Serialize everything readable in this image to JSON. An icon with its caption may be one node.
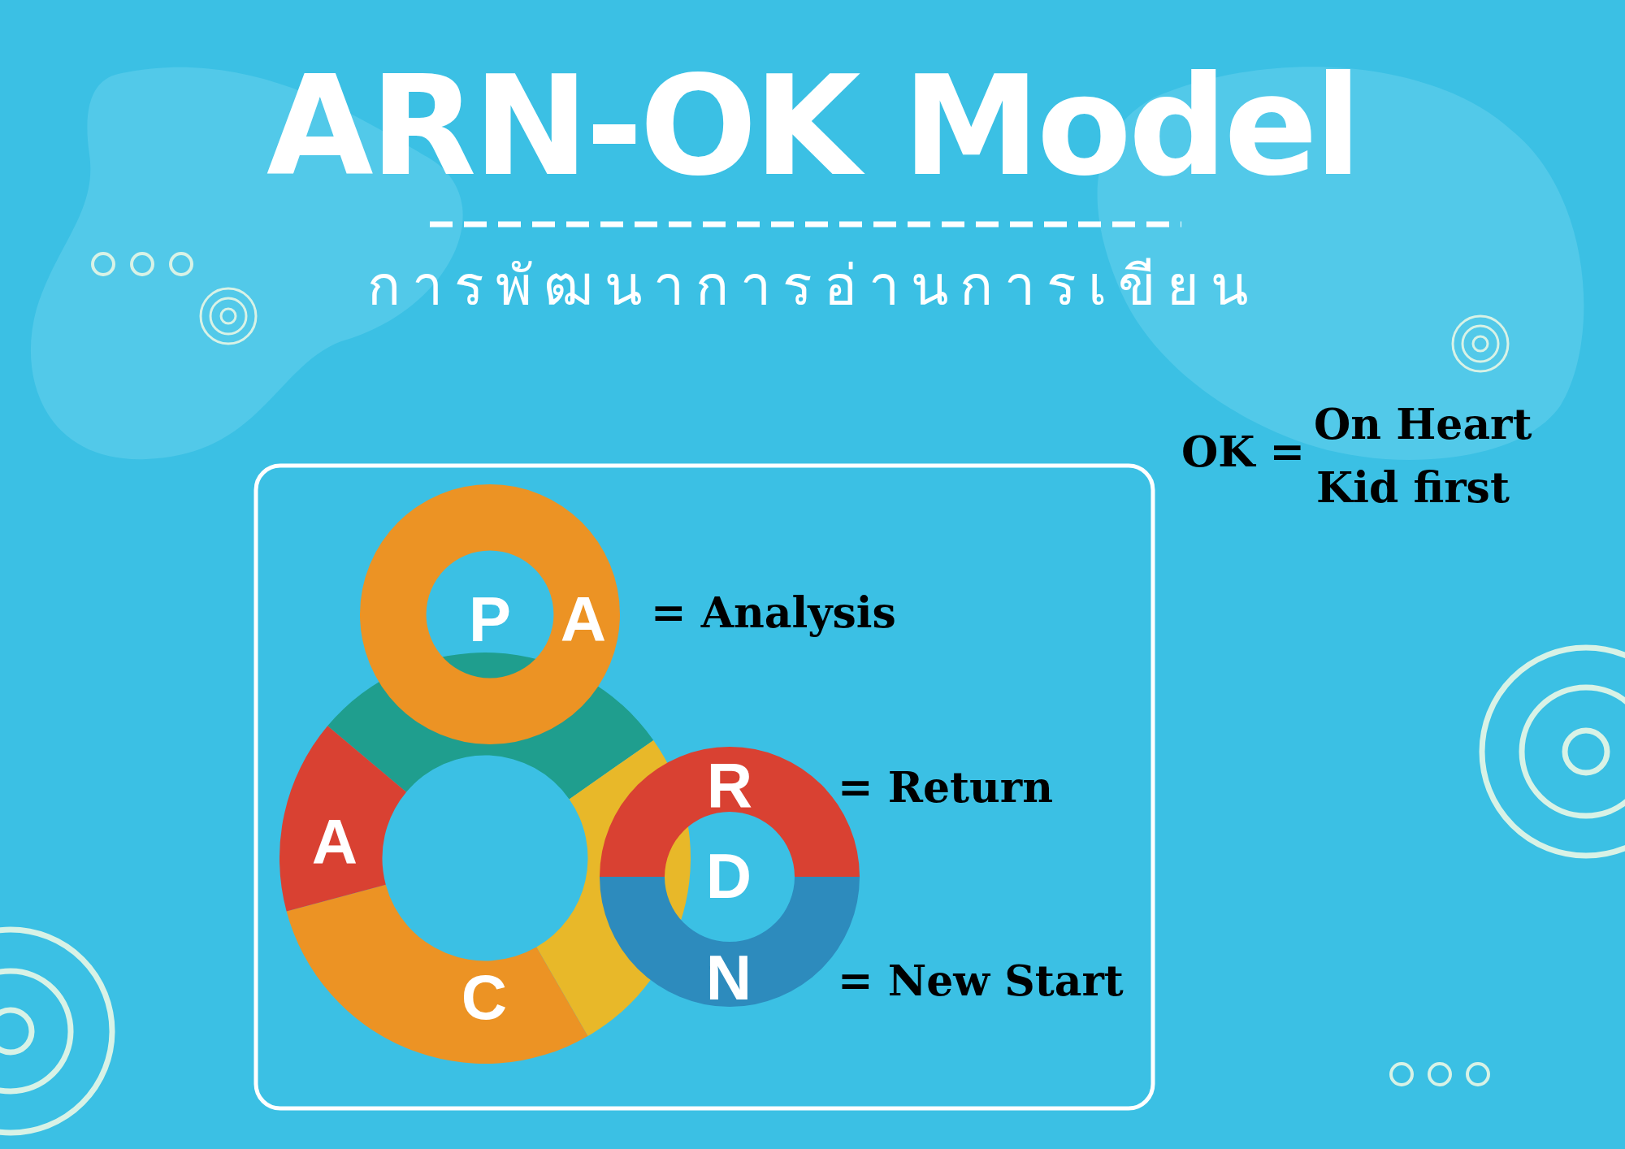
{
  "diagram": {
    "title": "ARN-OK Model",
    "nodes": [
      {
        "text": [],
        "shape": "box"
      },
      {
        "text": [
          "P",
          "A"
        ],
        "in": 0,
        "beside": [
          "= Analysis"
        ]
      },
      {
        "text": [
          "A",
          "C"
        ],
        "in": 0
      },
      {
        "text": [
          "R",
          "D",
          "N"
        ],
        "in": 0,
        "beside": [
          "= Return",
          "= New Start"
        ]
      }
    ],
    "edges": [],
    "labels": [
      "การพัฒนาการอ่านการเขียน",
      "OK =",
      "On Heart",
      "Kid first"
    ]
  }
}
